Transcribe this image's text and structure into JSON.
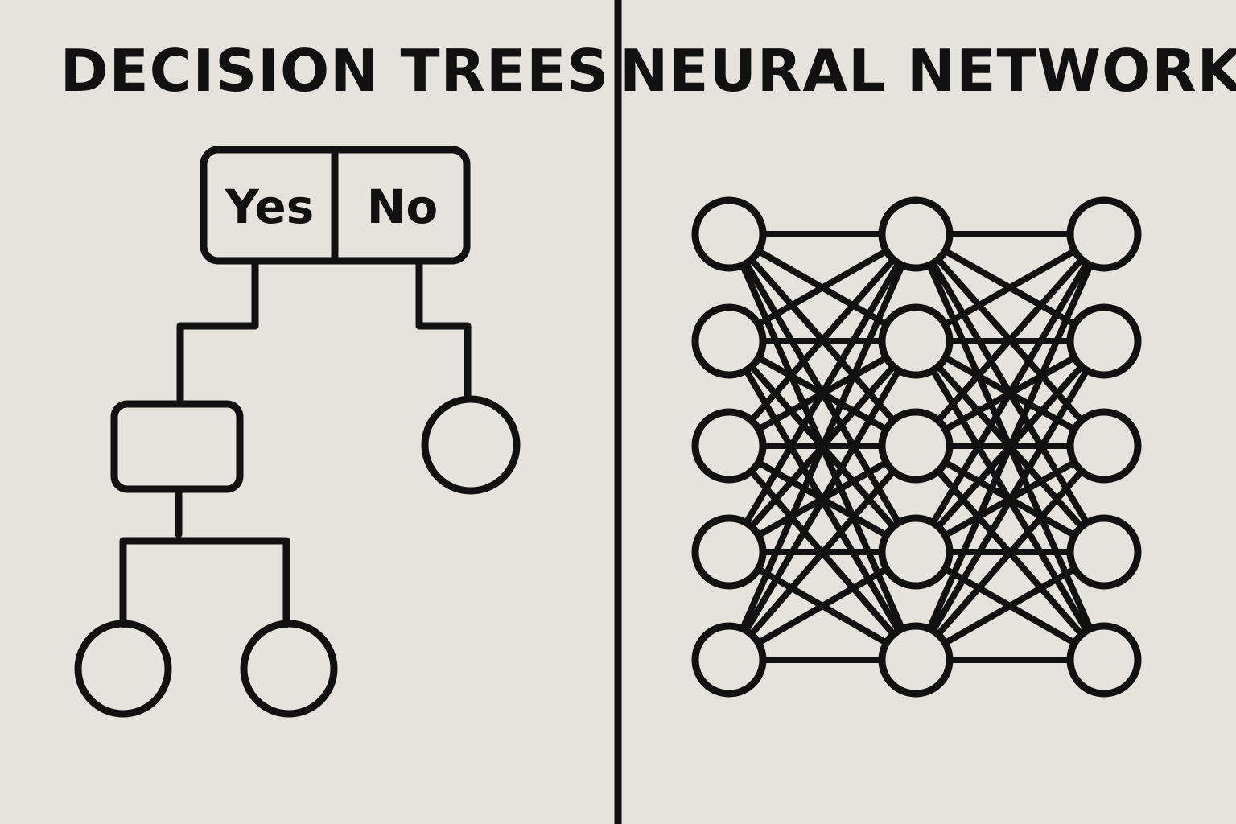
{
  "decision_tree": {
    "title": "DECISION TREES",
    "yes_label": "Yes",
    "no_label": "No"
  },
  "neural_network": {
    "title": "NEURAL NETWORK",
    "layers": [
      5,
      5,
      5
    ]
  },
  "colors": {
    "background": "#e6e2dc",
    "ink": "#111111"
  }
}
